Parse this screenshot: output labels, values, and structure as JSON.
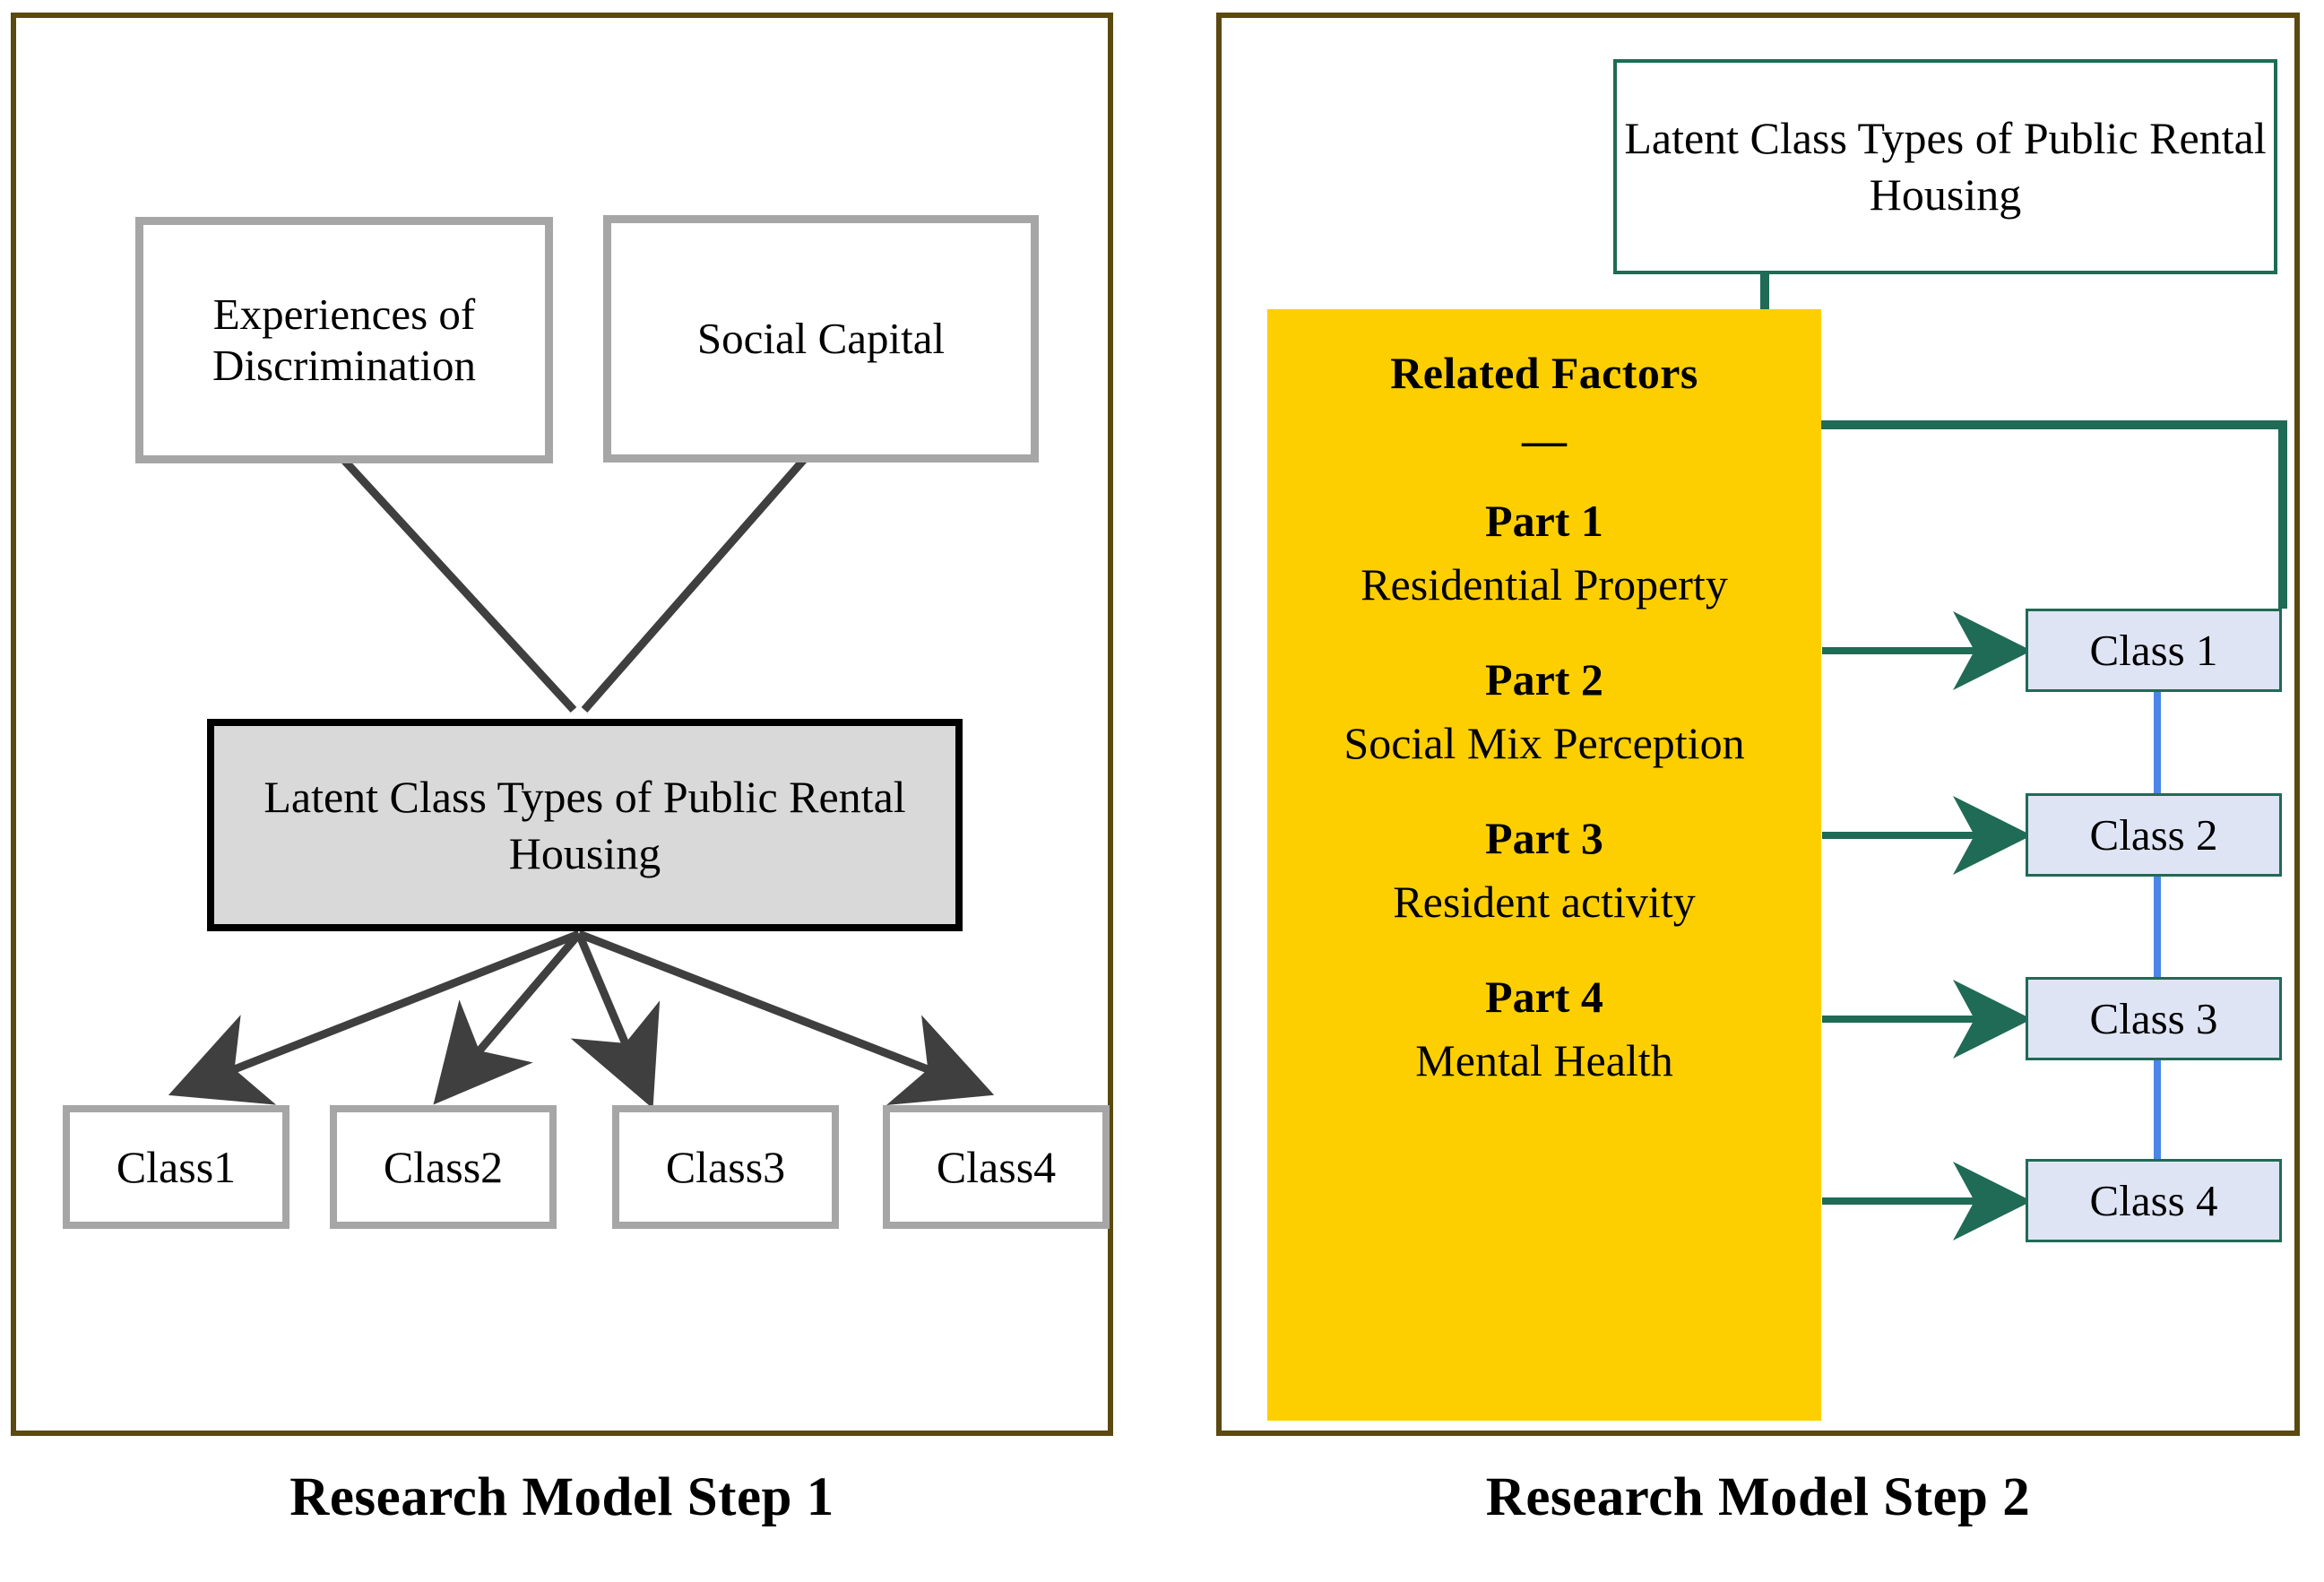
{
  "panels": {
    "left": {
      "caption": "Research Model Step 1",
      "boxes": {
        "discrimination": "Experiences of Discrimination",
        "social_capital": "Social Capital",
        "latent_class": "Latent Class Types of Public Rental Housing"
      },
      "classes": [
        "Class1",
        "Class2",
        "Class3",
        "Class4"
      ]
    },
    "right": {
      "caption": "Research Model Step 2",
      "latent_class_box": "Latent Class Types of Public Rental Housing",
      "related_factors": {
        "title": "Related Factors",
        "dash": "—",
        "parts": [
          {
            "label": "Part 1",
            "item": "Residential Property"
          },
          {
            "label": "Part 2",
            "item": "Social Mix Perception"
          },
          {
            "label": "Part 3",
            "item": "Resident activity"
          },
          {
            "label": "Part 4",
            "item": "Mental Health"
          }
        ]
      },
      "classes": [
        "Class 1",
        "Class 2",
        "Class 3",
        "Class 4"
      ]
    }
  },
  "colors": {
    "panel_border": "#5b4910",
    "grey_box_border": "#a6a6a6",
    "latent_box_fill": "#d9d9d9",
    "latent_box_border": "#000000",
    "related_factors_fill": "#fdcf00",
    "green_connector": "#1f6b55",
    "blue_connector": "#4a86e8",
    "class_box_fill": "#dfe4f5",
    "arrow_dark": "#3f3f3f"
  }
}
